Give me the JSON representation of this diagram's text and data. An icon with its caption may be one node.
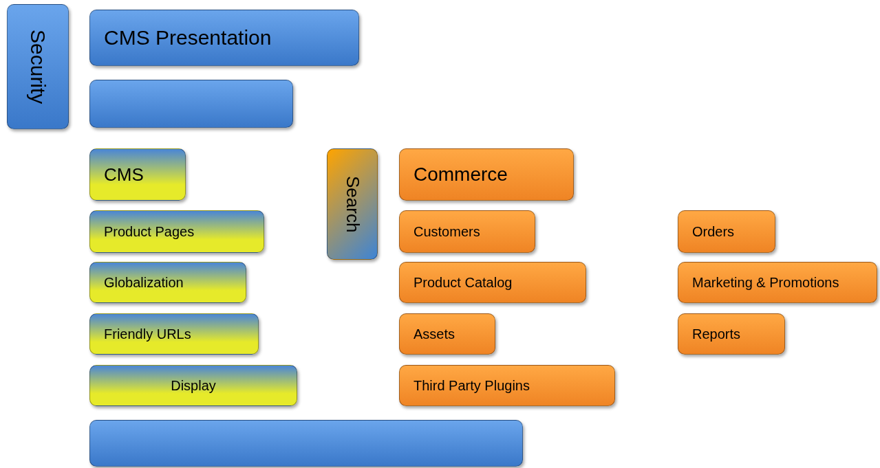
{
  "diagram": {
    "nodes": [
      {
        "text": [
          "Security"
        ]
      },
      {
        "text": [
          "CMS Presentation"
        ]
      },
      {
        "text": [],
        "shape": "box"
      },
      {
        "text": [
          "CMS"
        ]
      },
      {
        "text": [
          "Product Pages"
        ]
      },
      {
        "text": [
          "Globalization"
        ]
      },
      {
        "text": [
          "Friendly URLs"
        ]
      },
      {
        "text": [
          "Display"
        ]
      },
      {
        "text": [
          "Search"
        ]
      },
      {
        "text": [
          "Commerce"
        ]
      },
      {
        "text": [
          "Customers"
        ]
      },
      {
        "text": [
          "Orders"
        ]
      },
      {
        "text": [
          "Product Catalog"
        ]
      },
      {
        "text": [
          "Marketing & Promotions"
        ]
      },
      {
        "text": [
          "Assets"
        ]
      },
      {
        "text": [
          "Reports"
        ]
      },
      {
        "text": [
          "Third Party Plugins"
        ]
      },
      {
        "text": [],
        "shape": "box"
      }
    ],
    "edges": []
  }
}
